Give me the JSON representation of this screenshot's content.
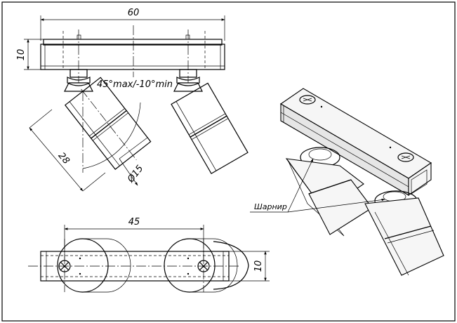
{
  "dimensions": {
    "width_top": "60",
    "height_top": "10",
    "length_head": "28",
    "diameter_head": "Ø15",
    "tilt": "45°max/-10°min",
    "center_distance": "45",
    "height_bottom": "10"
  },
  "callouts": {
    "hinge": "Шарнир"
  },
  "colors": {
    "line": "#000000",
    "background": "#ffffff",
    "shade": "#e6e6e6"
  }
}
